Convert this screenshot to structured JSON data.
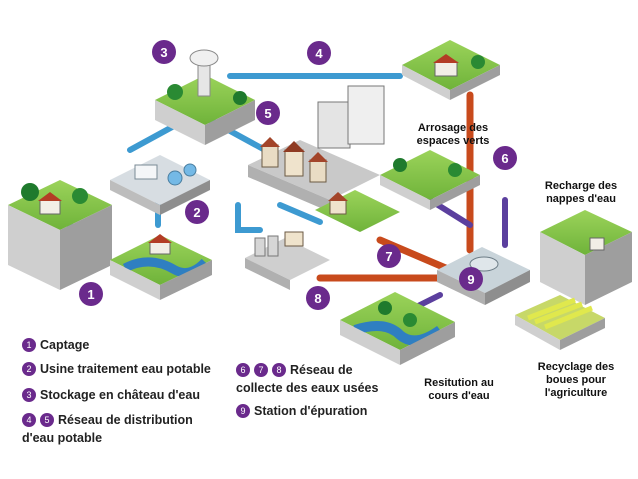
{
  "steps": [
    {
      "n": "1",
      "label": "Captage"
    },
    {
      "n": "2",
      "label": "Usine traitement eau potable"
    },
    {
      "n": "3",
      "label": "Stockage en château d'eau"
    },
    {
      "n": "4",
      "label": "5",
      "text": "Réseau de distribution",
      "text2": "d'eau potable"
    },
    {
      "n": "6",
      "n2": "7",
      "n3": "8",
      "text": "Réseau de",
      "text2": "collecte des eaux usées"
    },
    {
      "n": "9",
      "label": "Station d'épuration"
    }
  ],
  "callouts": {
    "arrosage_1": "Arrosage des",
    "arrosage_2": "espaces verts",
    "recharge_1": "Recharge des",
    "recharge_2": "nappes d'eau",
    "recyclage_1": "Recyclage des",
    "recyclage_2": "boues pour",
    "recyclage_3": "l'agriculture",
    "restitution_1": "Resitution au",
    "restitution_2": "cours d'eau"
  },
  "colors": {
    "badge": "#6a2a8c",
    "clean_pipe": "#3d9ad1",
    "waste_pipe": "#c84a1c",
    "treated_pipe": "#5b3f9e",
    "grass": "#7cc243",
    "ground": "#c9c9c9"
  }
}
